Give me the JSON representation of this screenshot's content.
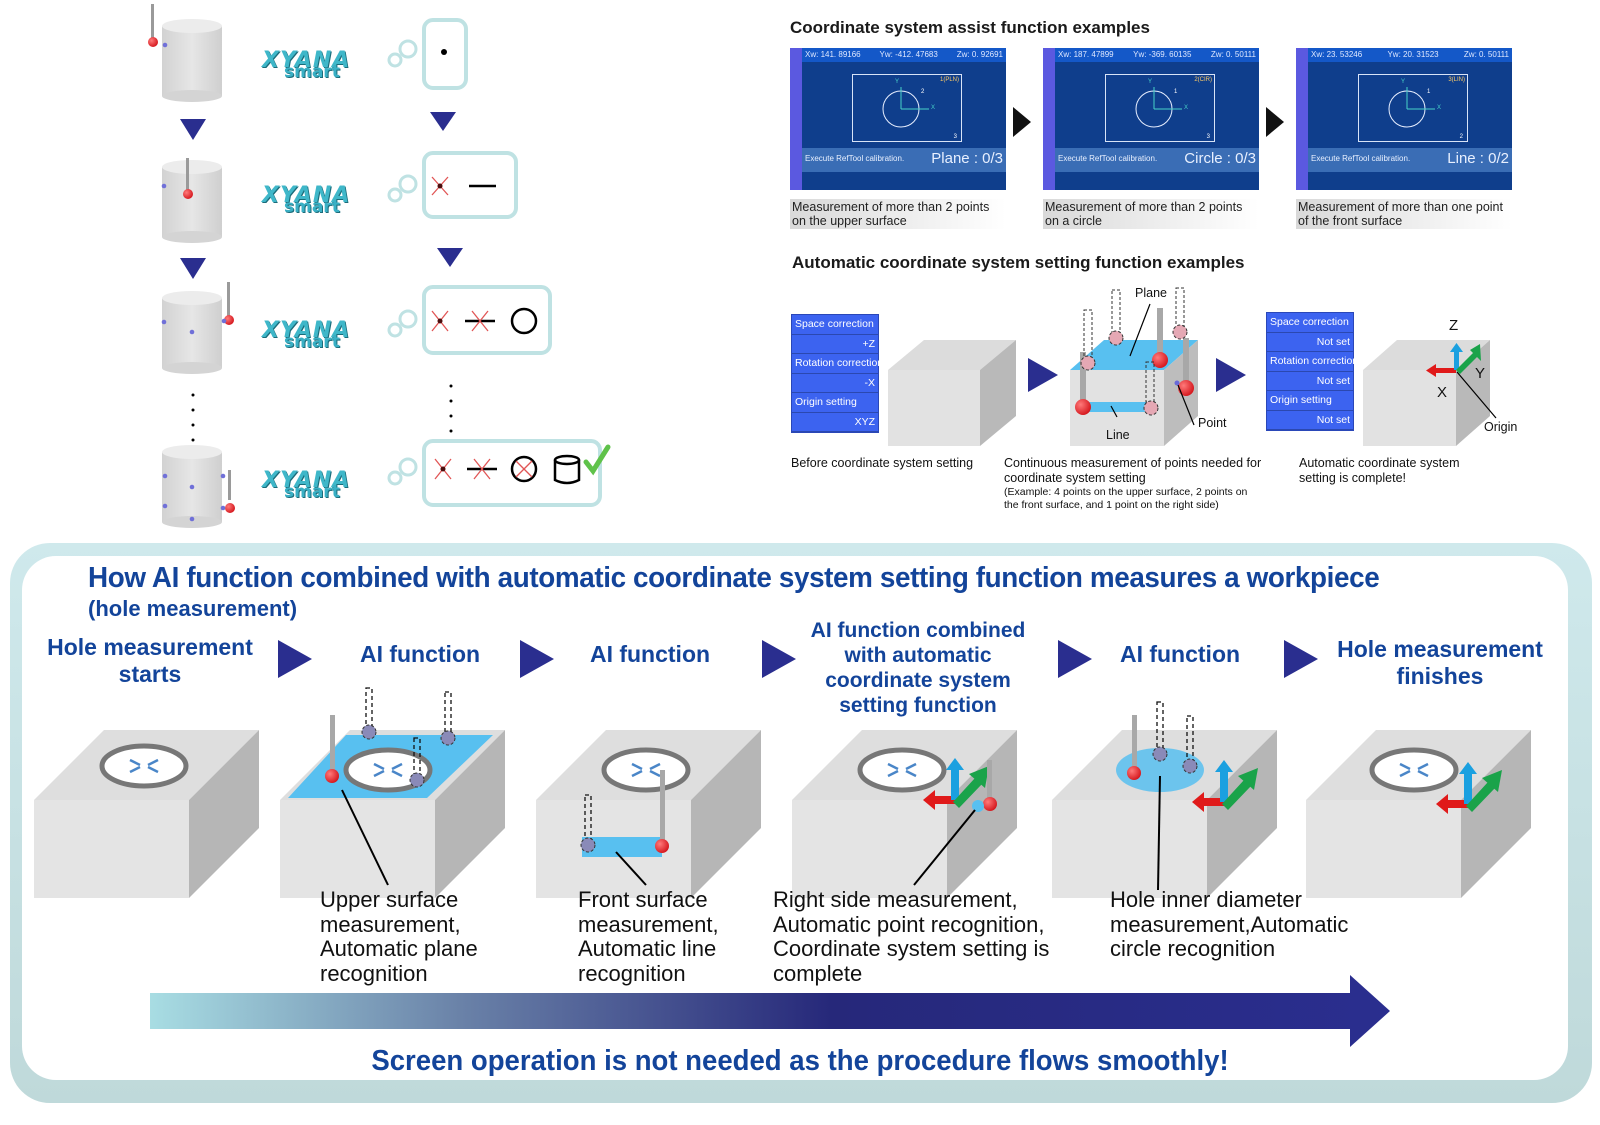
{
  "top_left_flow": {
    "logo_main": "XYANA",
    "logo_sub": "smart",
    "steps": [
      {
        "shapes": [
          "point"
        ]
      },
      {
        "shapes": [
          "point-recognized",
          "line"
        ]
      },
      {
        "shapes": [
          "point-recognized",
          "line-recognized",
          "circle"
        ]
      },
      {
        "shapes": [
          "point-recognized",
          "line-recognized",
          "circle-recognized",
          "cylinder"
        ],
        "complete": true
      }
    ],
    "ellipsis": "·\n·\n·\n·"
  },
  "assist": {
    "title": "Coordinate system assist function examples",
    "screens": [
      {
        "x_label": "Xw:",
        "x": "141. 89166",
        "y_label": "Yw:",
        "y": "-412. 47683",
        "z_label": "Zw:",
        "z": "0. 92691",
        "tag": "1(PLN)",
        "num_a": "2",
        "num_b": "3",
        "message": "Execute RefTool calibration.",
        "state": "Plane : 0/3",
        "caption": "Measurement of more than 2 points on the upper surface"
      },
      {
        "x_label": "Xw:",
        "x": "187. 47899",
        "y_label": "Yw:",
        "y": "-369. 60135",
        "z_label": "Zw:",
        "z": "0. 50111",
        "tag": "2(CIR)",
        "num_a": "1",
        "num_b": "3",
        "message": "Execute RefTool calibration.",
        "state": "Circle : 0/3",
        "caption": "Measurement of more than 2 points on a circle"
      },
      {
        "x_label": "Xw:",
        "x": "23. 53246",
        "y_label": "Yw:",
        "y": "20. 31523",
        "z_label": "Zw:",
        "z": "0. 50111",
        "tag": "3(LIN)",
        "num_a": "1",
        "num_b": "2",
        "message": "Execute RefTool calibration.",
        "state": "Line : 0/2",
        "caption": "Measurement of more than one point of the front surface"
      }
    ],
    "axis_x": "X",
    "axis_y": "Y"
  },
  "auto_setting": {
    "title": "Automatic coordinate system setting function examples",
    "before_panel": [
      {
        "label": "Space correction",
        "align": "left"
      },
      {
        "label": "+Z",
        "align": "right"
      },
      {
        "label": "Rotation correction",
        "align": "left"
      },
      {
        "label": "-X",
        "align": "right"
      },
      {
        "label": "Origin setting",
        "align": "left"
      },
      {
        "label": "XYZ",
        "align": "right"
      }
    ],
    "after_panel": [
      {
        "label": "Space correction",
        "align": "left"
      },
      {
        "label": "Not set",
        "align": "right"
      },
      {
        "label": "Rotation correction",
        "align": "left"
      },
      {
        "label": "Not set",
        "align": "right"
      },
      {
        "label": "Origin setting",
        "align": "left"
      },
      {
        "label": "Not set",
        "align": "right"
      }
    ],
    "before_caption": "Before coordinate system setting",
    "middle_caption": "Continuous measurement of points needed for coordinate system setting",
    "middle_note": "(Example: 4 points on the upper surface, 2 points on the front surface, and 1 point on the right side)",
    "after_caption": "Automatic coordinate system setting is complete!",
    "labels": {
      "plane": "Plane",
      "line": "Line",
      "point": "Point",
      "z": "Z",
      "y": "Y",
      "x": "X",
      "origin": "Origin"
    }
  },
  "hole_flow": {
    "title": "How AI function combined with automatic coordinate system setting function measures a workpiece",
    "subtitle": "(hole measurement)",
    "steps": [
      {
        "label": "Hole measurement starts",
        "caption": ""
      },
      {
        "label": "AI function",
        "caption": "Upper surface measurement, Automatic plane recognition"
      },
      {
        "label": "AI function",
        "caption": "Front surface measurement, Automatic line recognition"
      },
      {
        "label": "AI function combined with automatic coordinate system setting function",
        "caption": "Right side measurement, Automatic point recognition, Coordinate system setting is complete"
      },
      {
        "label": "AI function",
        "caption": "Hole inner diameter measurement,Automatic circle recognition"
      },
      {
        "label": "Hole measurement finishes",
        "caption": ""
      }
    ],
    "footer": "Screen operation is not needed as the procedure flows smoothly!"
  },
  "colors": {
    "title_blue": "#13449a",
    "arrow_navy": "#2a2e8f",
    "screen_blue": "#0f3e8c",
    "panel_blue": "#3c63f0",
    "surface_cyan": "#5ec3f2",
    "probe_red": "#e8242a",
    "axis_red": "#e01a1a",
    "axis_green": "#1aa34a",
    "axis_cyan": "#1aa0e0",
    "check_green": "#5fc24a"
  }
}
